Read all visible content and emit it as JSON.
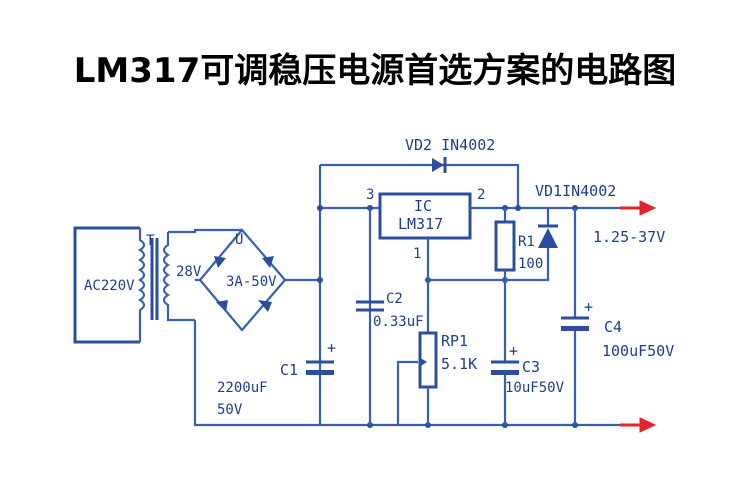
{
  "title": "LM317可调稳压电源首选方案的电路图",
  "colors": {
    "wire": "#3a5fb0",
    "text": "#1f3f8a",
    "arrow": "#e0262a",
    "title": "#000000"
  },
  "labels": {
    "vd2": "VD2 IN4002",
    "vd1": "VD1IN4002",
    "ic": "IC",
    "lm317": "LM317",
    "pin3": "3",
    "pin2": "2",
    "pin1": "1",
    "t": "T",
    "u": "U",
    "ac": "AC220V",
    "v28": "28V",
    "bridge": "3A-50V",
    "c1": "C1",
    "c1_val1": "2200uF",
    "c1_val2": "50V",
    "c2": "C2",
    "c2_val": "0.33uF",
    "rp1": "RP1",
    "rp1_val": "5.1K",
    "r1": "R1",
    "r1_val": "100",
    "c3": "C3",
    "c3_val": "10uF50V",
    "c4": "C4",
    "c4_val": "100uF50V",
    "vout": "1.25-37V",
    "plus": "+"
  }
}
